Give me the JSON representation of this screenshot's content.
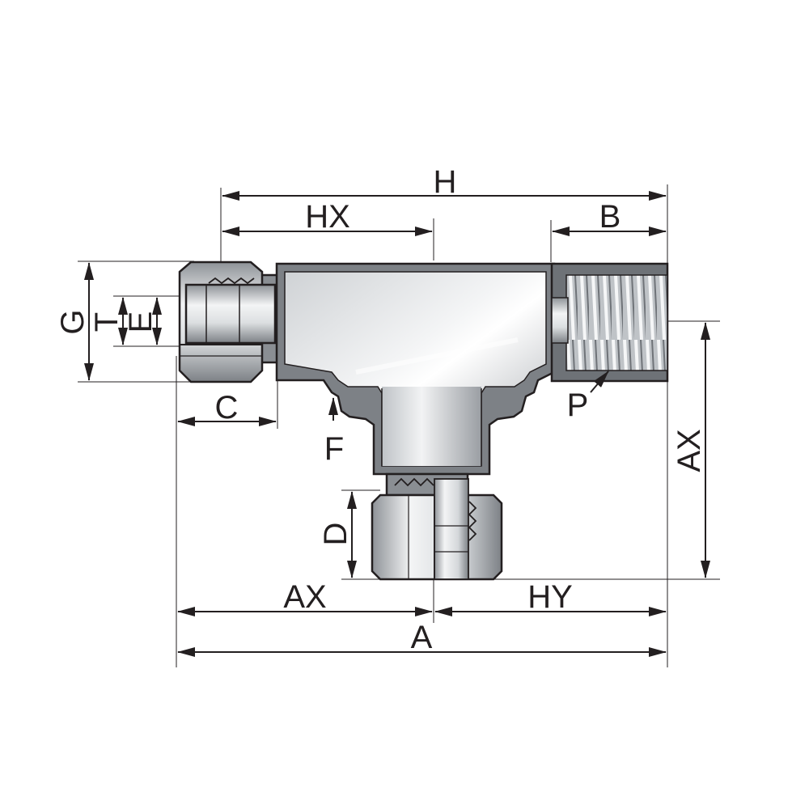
{
  "labels": {
    "H": "H",
    "HX": "HX",
    "B": "B",
    "G": "G",
    "T": "T",
    "E": "E",
    "C": "C",
    "F": "F",
    "P": "P",
    "AX_right": "AX",
    "D": "D",
    "AX_bottom": "AX",
    "HY": "HY",
    "A": "A"
  }
}
